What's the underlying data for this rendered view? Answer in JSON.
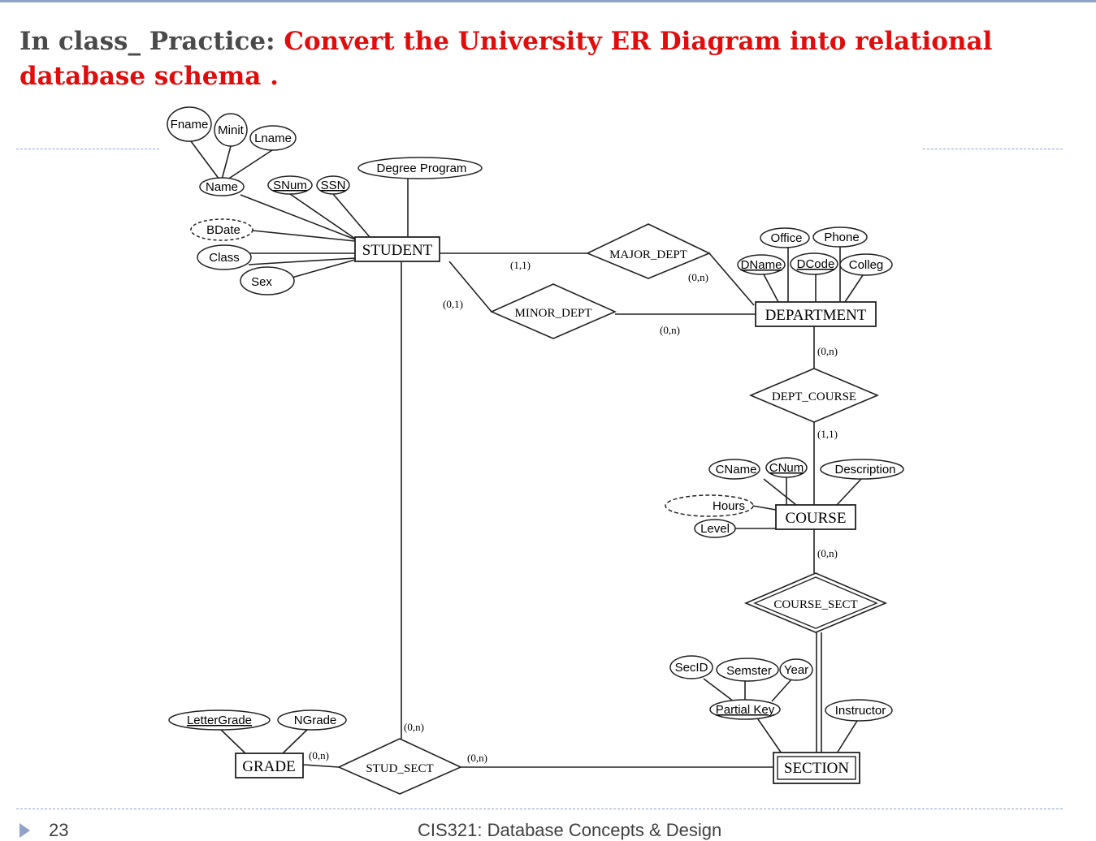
{
  "slide": {
    "title_lead": "In class_ Practice: ",
    "title_main": "Convert the University ER Diagram into relational database schema .",
    "page_number": "23",
    "footer": "CIS321: Database Concepts & Design"
  },
  "diagram": {
    "entities": {
      "student": "STUDENT",
      "department": "DEPARTMENT",
      "course": "COURSE",
      "section": "SECTION",
      "grade": "GRADE"
    },
    "relationships": {
      "major_dept": "MAJOR_DEPT",
      "minor_dept": "MINOR_DEPT",
      "dept_course": "DEPT_COURSE",
      "course_sect": "COURSE_SECT",
      "stud_sect": "STUD_SECT"
    },
    "attributes": {
      "fname": "Fname",
      "minit": "Minit",
      "lname": "Lname",
      "name": "Name",
      "snum": "SNum",
      "ssn": "SSN",
      "degree_program": "Degree Program",
      "bdate": "BDate",
      "class": "Class",
      "sex": "Sex",
      "office": "Office",
      "phone": "Phone",
      "dname": "DName",
      "dcode": "DCode",
      "colleg": "Colleg",
      "cname": "CName",
      "cnum": "CNum",
      "description": "Description",
      "hours": "Hours",
      "level": "Level",
      "secid": "SecID",
      "semster": "Semster",
      "year": "Year",
      "partial_key": "Partial Key",
      "instructor": "Instructor",
      "letter_grade": "LetterGrade",
      "ngrade": "NGrade"
    },
    "cardinalities": {
      "major_student": "(1,1)",
      "major_dept": "(0,n)",
      "minor_student": "(0,1)",
      "minor_dept": "(0,n)",
      "dept_course_dept": "(0,n)",
      "dept_course_course": "(1,1)",
      "course_sect_course": "(0,n)",
      "stud_sect_student": "(0,n)",
      "stud_sect_grade": "(0,n)",
      "stud_sect_section": "(0,n)"
    }
  }
}
